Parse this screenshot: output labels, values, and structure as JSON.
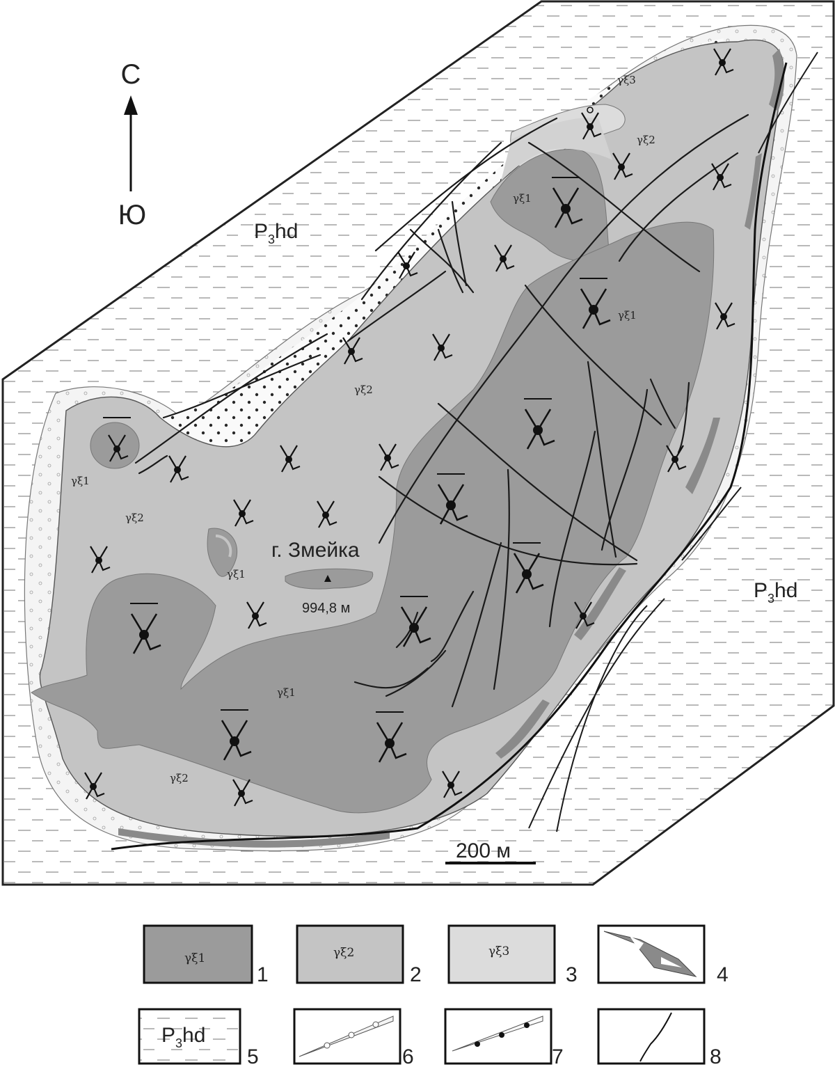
{
  "north_arrow": {
    "top": "С",
    "bottom": "Ю"
  },
  "host_rock": {
    "label_main": "P",
    "label_sub": "3",
    "label_rest": "hd"
  },
  "units": {
    "g1": "γξ1",
    "g2": "γξ2",
    "g3": "γξ3"
  },
  "summit": {
    "name": "г. Змейка",
    "elevation": "994,8 м"
  },
  "scale_bar": {
    "label": "200 м"
  },
  "legend": [
    {
      "number": "1",
      "text": "γξ1"
    },
    {
      "number": "2",
      "text": "γξ2"
    },
    {
      "number": "3",
      "text": "γξ3"
    },
    {
      "number": "4",
      "text": ""
    },
    {
      "number": "5",
      "text": "P3hd"
    },
    {
      "number": "6",
      "text": ""
    },
    {
      "number": "7",
      "text": ""
    },
    {
      "number": "8",
      "text": ""
    }
  ],
  "colors": {
    "g1": "#9b9b9b",
    "g2": "#c4c4c4",
    "g3": "#dcdcdc",
    "host": "#ffffff",
    "dash": "#8a8a8a",
    "line": "#1a1a1a"
  }
}
